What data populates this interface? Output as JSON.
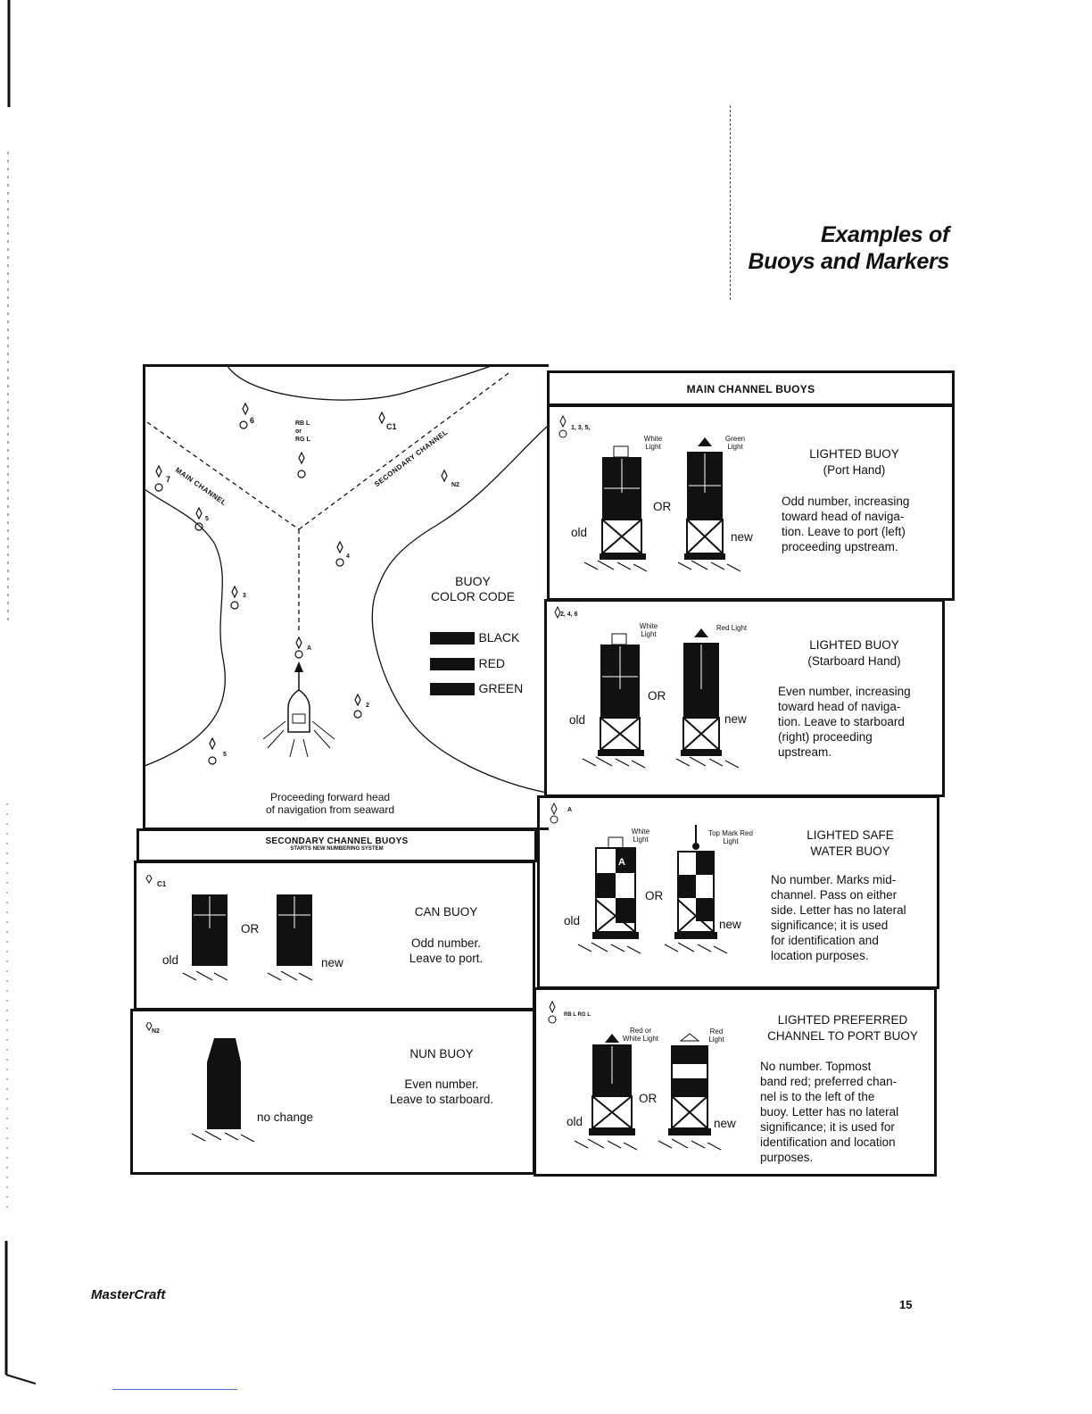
{
  "page": {
    "title_line1": "Examples of",
    "title_line2": "Buoys and Markers",
    "brand": "MasterCraft",
    "page_number": "15"
  },
  "map": {
    "main_channel_label": "MAIN CHANNEL",
    "secondary_channel_label": "SECONDARY CHANNEL",
    "caption_line1": "Proceeding forward head",
    "caption_line2": "of navigation from seaward",
    "legend_title_line1": "BUOY",
    "legend_title_line2": "COLOR CODE",
    "legend": [
      {
        "label": "BLACK",
        "color": "#111111"
      },
      {
        "label": "RED",
        "color": "#111111"
      },
      {
        "label": "GREEN",
        "color": "#111111"
      }
    ],
    "buoy_ids": [
      "6",
      "RB L",
      "or",
      "RG L",
      "C1",
      "7",
      "N2",
      "5",
      "4",
      "3",
      "A",
      "2",
      "5"
    ]
  },
  "main_channel": {
    "header": "MAIN CHANNEL BUOYS",
    "panels": [
      {
        "id_label": "1, 3, 5,",
        "light_left": "White Light",
        "light_right": "Green Light",
        "or": "OR",
        "old": "old",
        "new": "new",
        "title_line1": "LIGHTED BUOY",
        "title_line2": "(Port Hand)",
        "body": [
          "Odd number, increasing",
          "toward head of naviga-",
          "tion. Leave to port (left)",
          "proceeding upstream."
        ]
      },
      {
        "id_label": "2, 4, 6",
        "light_left": "White Light",
        "light_right": "Red Light",
        "or": "OR",
        "old": "old",
        "new": "new",
        "title_line1": "LIGHTED BUOY",
        "title_line2": "(Starboard Hand)",
        "body": [
          "Even number, increasing",
          "toward head of naviga-",
          "tion. Leave to starboard",
          "(right) proceeding",
          "upstream."
        ]
      },
      {
        "id_label": "A",
        "light_left": "White Light",
        "light_right": "Top Mark Red Light",
        "buoy_letter": "A",
        "or": "OR",
        "old": "old",
        "new": "new",
        "title_line1": "LIGHTED SAFE",
        "title_line2": "WATER BUOY",
        "body": [
          "No number. Marks mid-",
          "channel. Pass on either",
          "side. Letter has no lateral",
          "significance; it is used",
          "for identification and",
          "location purposes."
        ]
      },
      {
        "id_label": "RB L  RG L",
        "light_left": "Red or White Light",
        "light_right": "Red Light",
        "or": "OR",
        "old": "old",
        "new": "new",
        "title_line1": "LIGHTED PREFERRED",
        "title_line2": "CHANNEL TO PORT BUOY",
        "body": [
          "No number. Topmost",
          "band red; preferred chan-",
          "nel is to the left of the",
          "buoy. Letter has no lateral",
          "significance; it is used for",
          "identification and location",
          "purposes."
        ]
      }
    ]
  },
  "secondary_channel": {
    "header": "SECONDARY CHANNEL BUOYS",
    "subheader": "STARTS NEW NUMBERING SYSTEM",
    "can": {
      "id_label": "C1",
      "or": "OR",
      "old": "old",
      "new": "new",
      "title": "CAN BUOY",
      "body": [
        "Odd number.",
        "Leave to port."
      ]
    },
    "nun": {
      "id_label": "N2",
      "change": "no change",
      "title": "NUN BUOY",
      "body": [
        "Even number.",
        "Leave to starboard."
      ]
    }
  }
}
